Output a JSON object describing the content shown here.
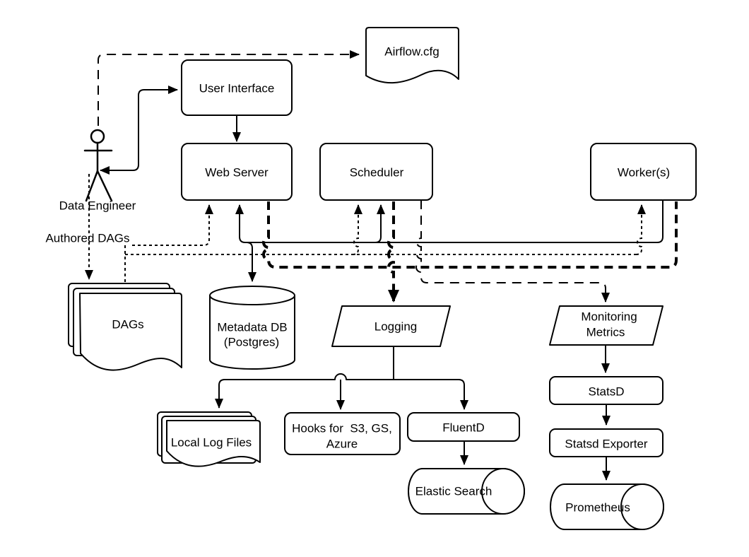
{
  "diagram": {
    "nodes": {
      "airflow_cfg": {
        "label": "Airflow.cfg",
        "shape": "document"
      },
      "user_interface": {
        "label": "User Interface",
        "shape": "rounded-rect"
      },
      "web_server": {
        "label": "Web Server",
        "shape": "rounded-rect"
      },
      "scheduler": {
        "label": "Scheduler",
        "shape": "rounded-rect"
      },
      "workers": {
        "label": "Worker(s)",
        "shape": "rounded-rect"
      },
      "dags": {
        "label": "DAGs",
        "shape": "multi-document"
      },
      "metadata_db": {
        "line1": "Metadata DB",
        "line2": "(Postgres)",
        "shape": "cylinder"
      },
      "logging": {
        "label": "Logging",
        "shape": "parallelogram"
      },
      "monitoring_metrics": {
        "line1": "Monitoring",
        "line2": "Metrics",
        "shape": "parallelogram"
      },
      "statsd": {
        "label": "StatsD",
        "shape": "rounded-rect"
      },
      "statsd_exporter": {
        "label": "Statsd Exporter",
        "shape": "rounded-rect"
      },
      "prometheus": {
        "label": "Prometheus",
        "shape": "horizontal-cylinder"
      },
      "local_log_files": {
        "label": "Local Log Files",
        "shape": "multi-document"
      },
      "hooks": {
        "line1": "Hooks for  S3, GS,",
        "line2": "Azure",
        "shape": "rounded-rect"
      },
      "fluentd": {
        "label": "FluentD",
        "shape": "rounded-rect"
      },
      "elastic_search": {
        "label": "Elastic Search",
        "shape": "horizontal-cylinder"
      }
    },
    "actor": {
      "label": "Data Engineer"
    },
    "edge_labels": {
      "authored_dags": "Authored DAGs"
    },
    "colors": {
      "stroke": "#000000",
      "fill": "#ffffff",
      "background": "#ffffff"
    }
  }
}
